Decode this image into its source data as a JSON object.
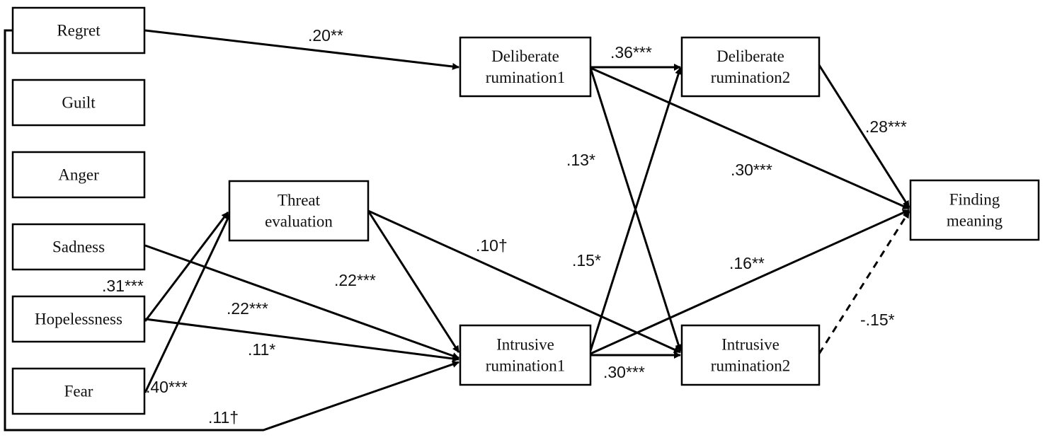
{
  "nodes": {
    "regret": [
      "Regret"
    ],
    "guilt": [
      "Guilt"
    ],
    "anger": [
      "Anger"
    ],
    "sadness": [
      "Sadness"
    ],
    "hopelessness": [
      "Hopelessness"
    ],
    "fear": [
      "Fear"
    ],
    "threat": [
      "Threat",
      "evaluation"
    ],
    "delib1": [
      "Deliberate",
      "rumination1"
    ],
    "intrus1": [
      "Intrusive",
      "rumination1"
    ],
    "delib2": [
      "Deliberate",
      "rumination2"
    ],
    "intrus2": [
      "Intrusive",
      "rumination2"
    ],
    "meaning": [
      "Finding",
      "meaning"
    ]
  },
  "paths": [
    {
      "id": "regret-delib1",
      "from": "regret",
      "to": "delib1",
      "coef": ".20**",
      "style": "solid"
    },
    {
      "id": "delib1-delib2",
      "from": "delib1",
      "to": "delib2",
      "coef": ".36***",
      "style": "solid"
    },
    {
      "id": "delib2-meaning",
      "from": "delib2",
      "to": "meaning",
      "coef": ".28***",
      "style": "solid"
    },
    {
      "id": "delib1-meaning",
      "from": "delib1",
      "to": "meaning",
      "coef": ".30***",
      "style": "solid"
    },
    {
      "id": "delib1-intrus2",
      "from": "delib1",
      "to": "intrus2",
      "coef": ".13*",
      "style": "solid"
    },
    {
      "id": "intrus1-delib2",
      "from": "intrus1",
      "to": "delib2",
      "coef": ".15*",
      "style": "solid"
    },
    {
      "id": "intrus1-meaning",
      "from": "intrus1",
      "to": "meaning",
      "coef": ".16**",
      "style": "solid"
    },
    {
      "id": "intrus2-meaning",
      "from": "intrus2",
      "to": "meaning",
      "coef": "-.15*",
      "style": "dashed"
    },
    {
      "id": "intrus1-intrus2",
      "from": "intrus1",
      "to": "intrus2",
      "coef": ".30***",
      "style": "solid"
    },
    {
      "id": "threat-intrus1",
      "from": "threat",
      "to": "intrus1",
      "coef": ".22***",
      "style": "solid"
    },
    {
      "id": "threat-intrus2",
      "from": "threat",
      "to": "intrus2",
      "coef": ".10†",
      "style": "solid"
    },
    {
      "id": "sadness-intrus1",
      "from": "sadness",
      "to": "intrus1",
      "coef": ".22***",
      "style": "solid"
    },
    {
      "id": "hopelessness-threat",
      "from": "hopelessness",
      "to": "threat",
      "coef": ".31***",
      "style": "solid"
    },
    {
      "id": "hopelessness-intrus1",
      "from": "hopelessness",
      "to": "intrus1",
      "coef": ".11*",
      "style": "solid"
    },
    {
      "id": "fear-threat",
      "from": "fear",
      "to": "threat",
      "coef": ".40***",
      "style": "solid"
    },
    {
      "id": "regret-intrus1",
      "from": "regret",
      "to": "intrus1",
      "coef": ".11†",
      "style": "solid"
    }
  ]
}
